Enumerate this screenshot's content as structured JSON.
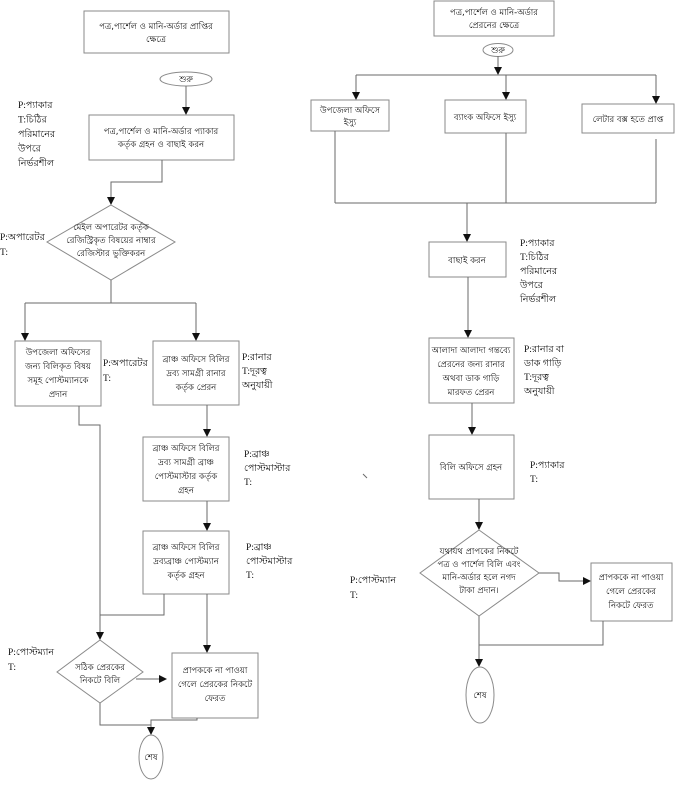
{
  "left": {
    "title": [
      "পত্র,পার্শেল ও মানি-অর্ডার প্রাপ্তির",
      "ক্ষেত্রে"
    ],
    "start": "শুরু",
    "receive": [
      "পত্র,পার্শেল ও মানি-অর্ডার প্যাকার",
      "কর্তৃক গ্রহন ও বাছাই করন"
    ],
    "packer_note": [
      "P:প্যাকার",
      "T:চিঠির",
      "পরিমানের",
      "উপরে",
      "নির্ভরশীল"
    ],
    "register": [
      "মেইল অপারেটর কর্তৃক",
      "রেজিস্ট্রিকৃত বিষয়ের নাম্বার",
      "রেজিস্টার ভুক্তিকরন"
    ],
    "operator_note": [
      "P:অপারেটর",
      "T:"
    ],
    "upazila": [
      "উপজেলা অফিসের",
      "জন্য বিলিকৃত বিষয়",
      "সমূহ পোস্টম্যানকে",
      "প্রদান"
    ],
    "operator_note_2": [
      "P:অপারেটর",
      "T:"
    ],
    "runner_send": [
      "ব্রাঞ্চ অফিসে বিলির",
      "দ্রব্য সামগ্রী রানার",
      "কর্তৃক প্রেরন"
    ],
    "runner_note": [
      "P:রানার",
      "T:দূরত্ব",
      "অনুযায়ী"
    ],
    "bpm_receive": [
      "ব্রাঞ্চ অফিসে বিলির",
      "দ্রব্য সামগ্রী ব্রাঞ্চ",
      "পোস্টমাস্টার কর্তৃক",
      "গ্রহন"
    ],
    "bpm_note": [
      "P:ব্রাঞ্চ",
      "পোস্টমাস্টার",
      "T:"
    ],
    "postman_receive": [
      "ব্রাঞ্চ অফিসে বিলির",
      "দ্রব্যব্রাঞ্চ পোস্টম্যান",
      "কর্তৃক গ্রহন"
    ],
    "bpm_note_2": [
      "P:ব্রাঞ্চ",
      "পোস্টমাস্টার",
      "T:"
    ],
    "deliver": [
      "সঠিক প্রেরকের",
      "নিকটে বিলি"
    ],
    "postman_note": [
      "P:পোস্টম্যান",
      "T:"
    ],
    "return": [
      "প্রাপককে না পাওয়া",
      "গেলে প্রেরকের নিকটে",
      "ফেরত"
    ],
    "end": "শেষ"
  },
  "right": {
    "title": [
      "পত্র,পার্শেল ও মানি-অর্ডার",
      "প্রেরনের ক্ষেত্রে"
    ],
    "start": "শুরু",
    "upazila_issue": [
      "উপজেলা অফিসে",
      "ইস্যু"
    ],
    "bank_issue": [
      "ব্যাংক অফিসে ইস্যু"
    ],
    "letterbox": [
      "লেটার বক্স হতে প্রাপ্ত"
    ],
    "sort": [
      "বাছাই করন"
    ],
    "packer_note": [
      "P:প্যাকার",
      "T:চিঠির",
      "পরিমানের",
      "উপরে",
      "নির্ভরশীল"
    ],
    "dispatch": [
      "আলাদা আলাদা গন্তব্যে",
      "প্রেরনের জন্য রানার",
      "অথবা ডাক গাড়ি",
      "মারফত প্রেরন"
    ],
    "runner_note": [
      "P:রানার বা",
      "ডাক গাড়ি",
      "T:দূরত্ব",
      "অনুযায়ী"
    ],
    "office_receive": [
      "বিলি অফিসে গ্রহন"
    ],
    "packer_note_2": [
      "P:প্যাকার",
      "T:"
    ],
    "deliver": [
      "যথাযথ প্রাপকের নিকটে",
      "পত্র ও পার্শেল বিলি এবং",
      "মানি-অর্ডার হলে নগদ",
      "টাকা প্রদান।"
    ],
    "postman_note": [
      "P:পোস্টম্যান",
      "T:"
    ],
    "return": [
      "প্রাপককে না পাওয়া",
      "গেলে প্রেরকের",
      "নিকটে ফেরত"
    ],
    "end": "শেষ"
  }
}
